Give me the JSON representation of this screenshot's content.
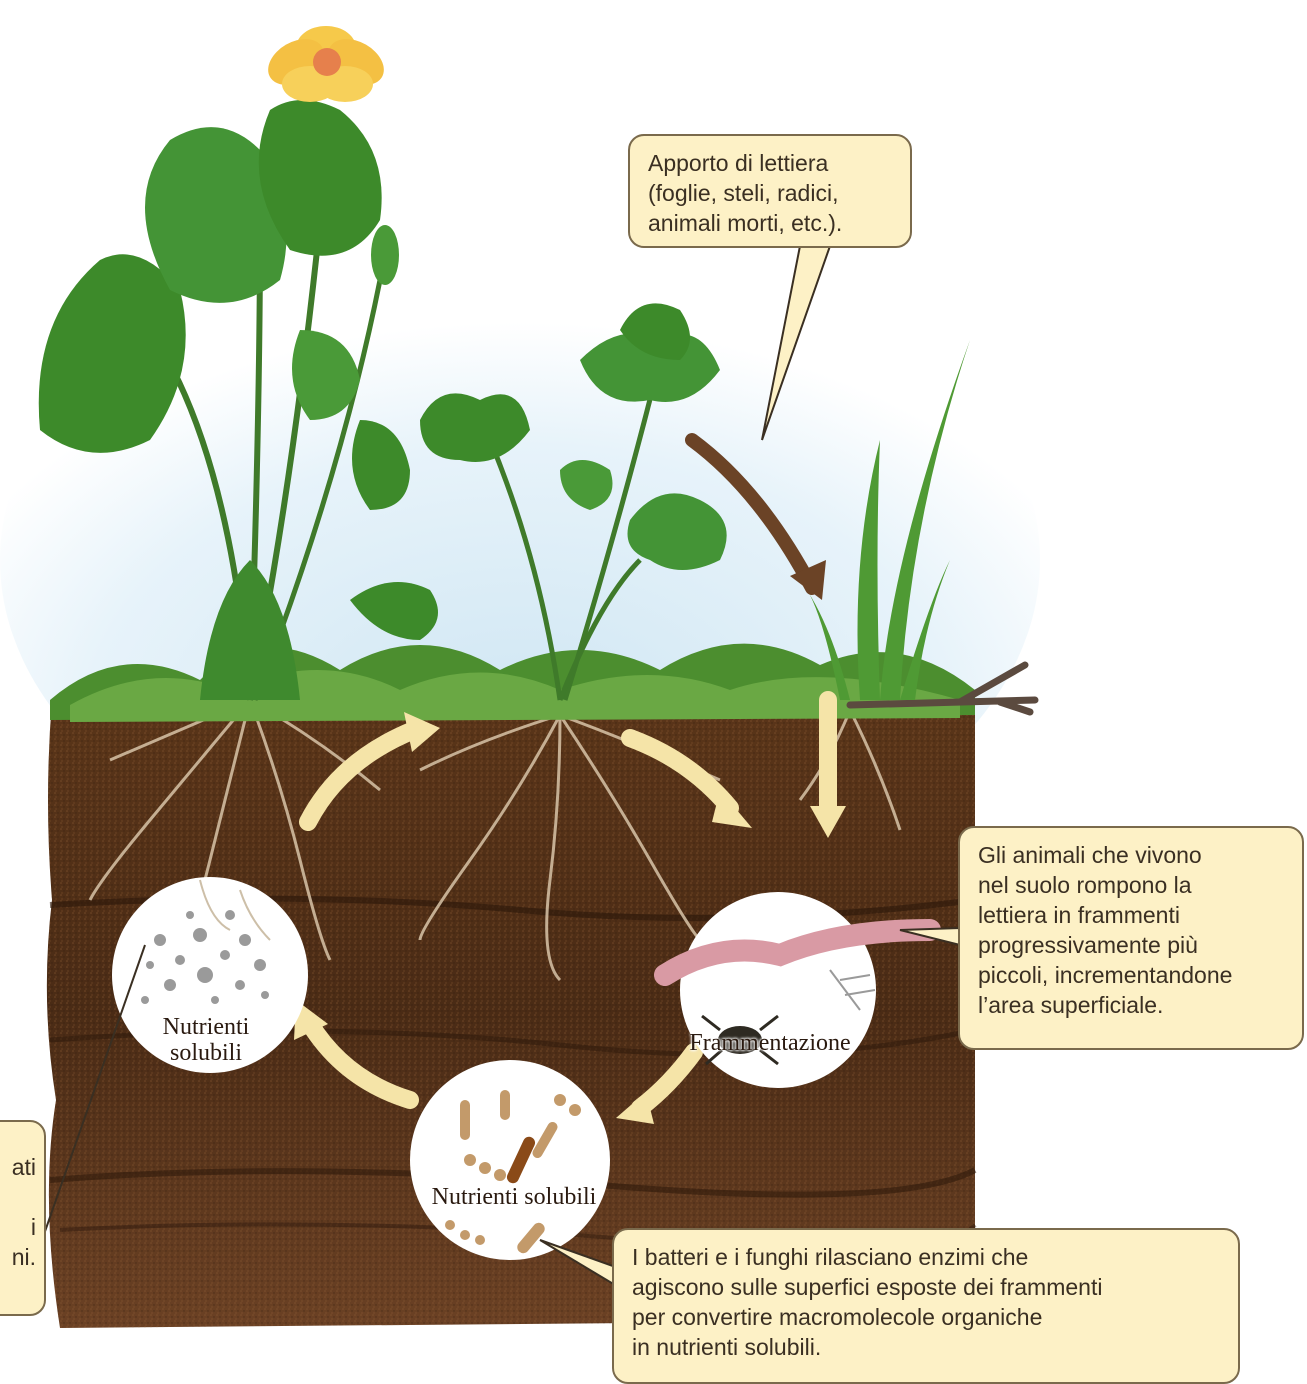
{
  "callouts": {
    "lettiera": {
      "lines": [
        "Apporto di lettiera",
        "(foglie, steli, radici,",
        "animali morti, etc.)."
      ]
    },
    "animali": {
      "lines": [
        "Gli animali che vivono",
        "nel suolo rompono la",
        "lettiera in frammenti",
        "progressivamente più",
        "piccoli, incrementandone",
        "l’area superficiale."
      ]
    },
    "batteri": {
      "lines": [
        "I batteri e i funghi rilasciano enzimi che",
        "agiscono sulle superfici esposte dei frammenti",
        "per convertire macromolecole organiche",
        "in nutrienti solubili."
      ]
    },
    "left_partial": {
      "lines": [
        "ati",
        "i",
        "ni."
      ]
    }
  },
  "circles": {
    "nutrienti_1": {
      "lines": [
        "Nutrienti",
        "solubili"
      ]
    },
    "frammentazione": {
      "label": "Frammentazione"
    },
    "nutrienti_2": {
      "label": "Nutrienti solubili"
    }
  },
  "colors": {
    "soil_dark": "#4a2c17",
    "soil_mid": "#6b4124",
    "arrow_cream": "#f5e4a8",
    "arrow_brown": "#6b4326",
    "callout_fill": "#fdf1c6",
    "sky": "#d8ecf6",
    "leaf": "#3f8a2e",
    "flower": "#f6c94a"
  }
}
